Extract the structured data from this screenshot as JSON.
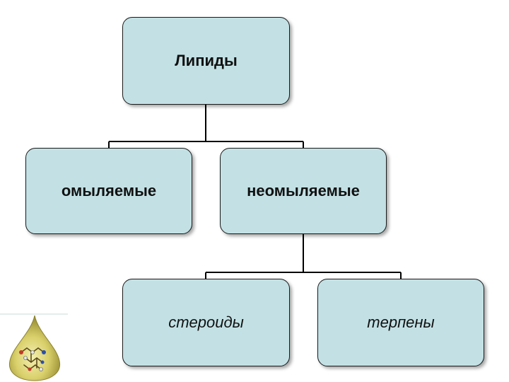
{
  "diagram": {
    "root": {
      "label": "Липиды"
    },
    "level1": [
      {
        "label": "омыляемые"
      },
      {
        "label": "неомыляемые"
      }
    ],
    "level2": [
      {
        "label": "стероиды"
      },
      {
        "label": "терпены"
      }
    ]
  },
  "colors": {
    "node_fill": "#c3e1e5",
    "node_border": "#1a1a1a",
    "connector": "#000000"
  }
}
